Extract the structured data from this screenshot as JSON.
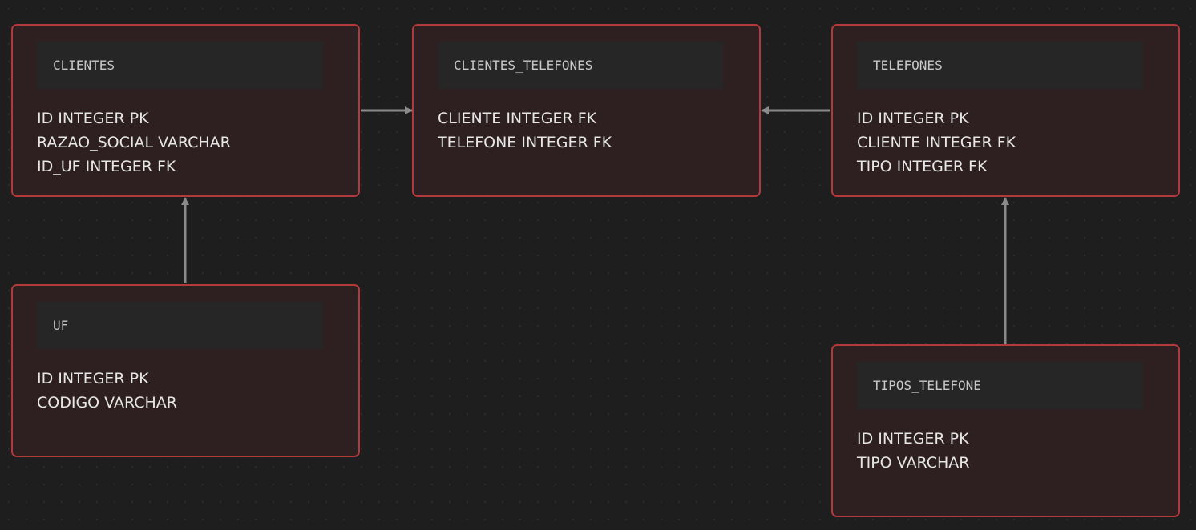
{
  "diagram": {
    "colors": {
      "background": "#1e1e1e",
      "entity_fill": "#2e2020",
      "entity_border": "#b2393c",
      "header_fill": "#262626",
      "connector": "#8a8a8a"
    },
    "entities": {
      "clientes": {
        "name": "CLIENTES",
        "fields": [
          "ID INTEGER PK",
          "RAZAO_SOCIAL VARCHAR",
          "ID_UF INTEGER FK"
        ]
      },
      "clientes_telefones": {
        "name": "CLIENTES_TELEFONES",
        "fields": [
          "CLIENTE INTEGER FK",
          "TELEFONE INTEGER FK"
        ]
      },
      "telefones": {
        "name": "TELEFONES",
        "fields": [
          "ID INTEGER PK",
          "CLIENTE INTEGER FK",
          "TIPO INTEGER FK"
        ]
      },
      "uf": {
        "name": "UF",
        "fields": [
          "ID INTEGER PK",
          "CODIGO VARCHAR"
        ]
      },
      "tipos_telefone": {
        "name": "TIPOS_TELEFONE",
        "fields": [
          "ID INTEGER PK",
          "TIPO VARCHAR"
        ]
      }
    },
    "relationships": [
      {
        "from": "CLIENTES",
        "to": "CLIENTES_TELEFONES"
      },
      {
        "from": "TELEFONES",
        "to": "CLIENTES_TELEFONES"
      },
      {
        "from": "UF",
        "to": "CLIENTES"
      },
      {
        "from": "TIPOS_TELEFONE",
        "to": "TELEFONES"
      }
    ]
  }
}
